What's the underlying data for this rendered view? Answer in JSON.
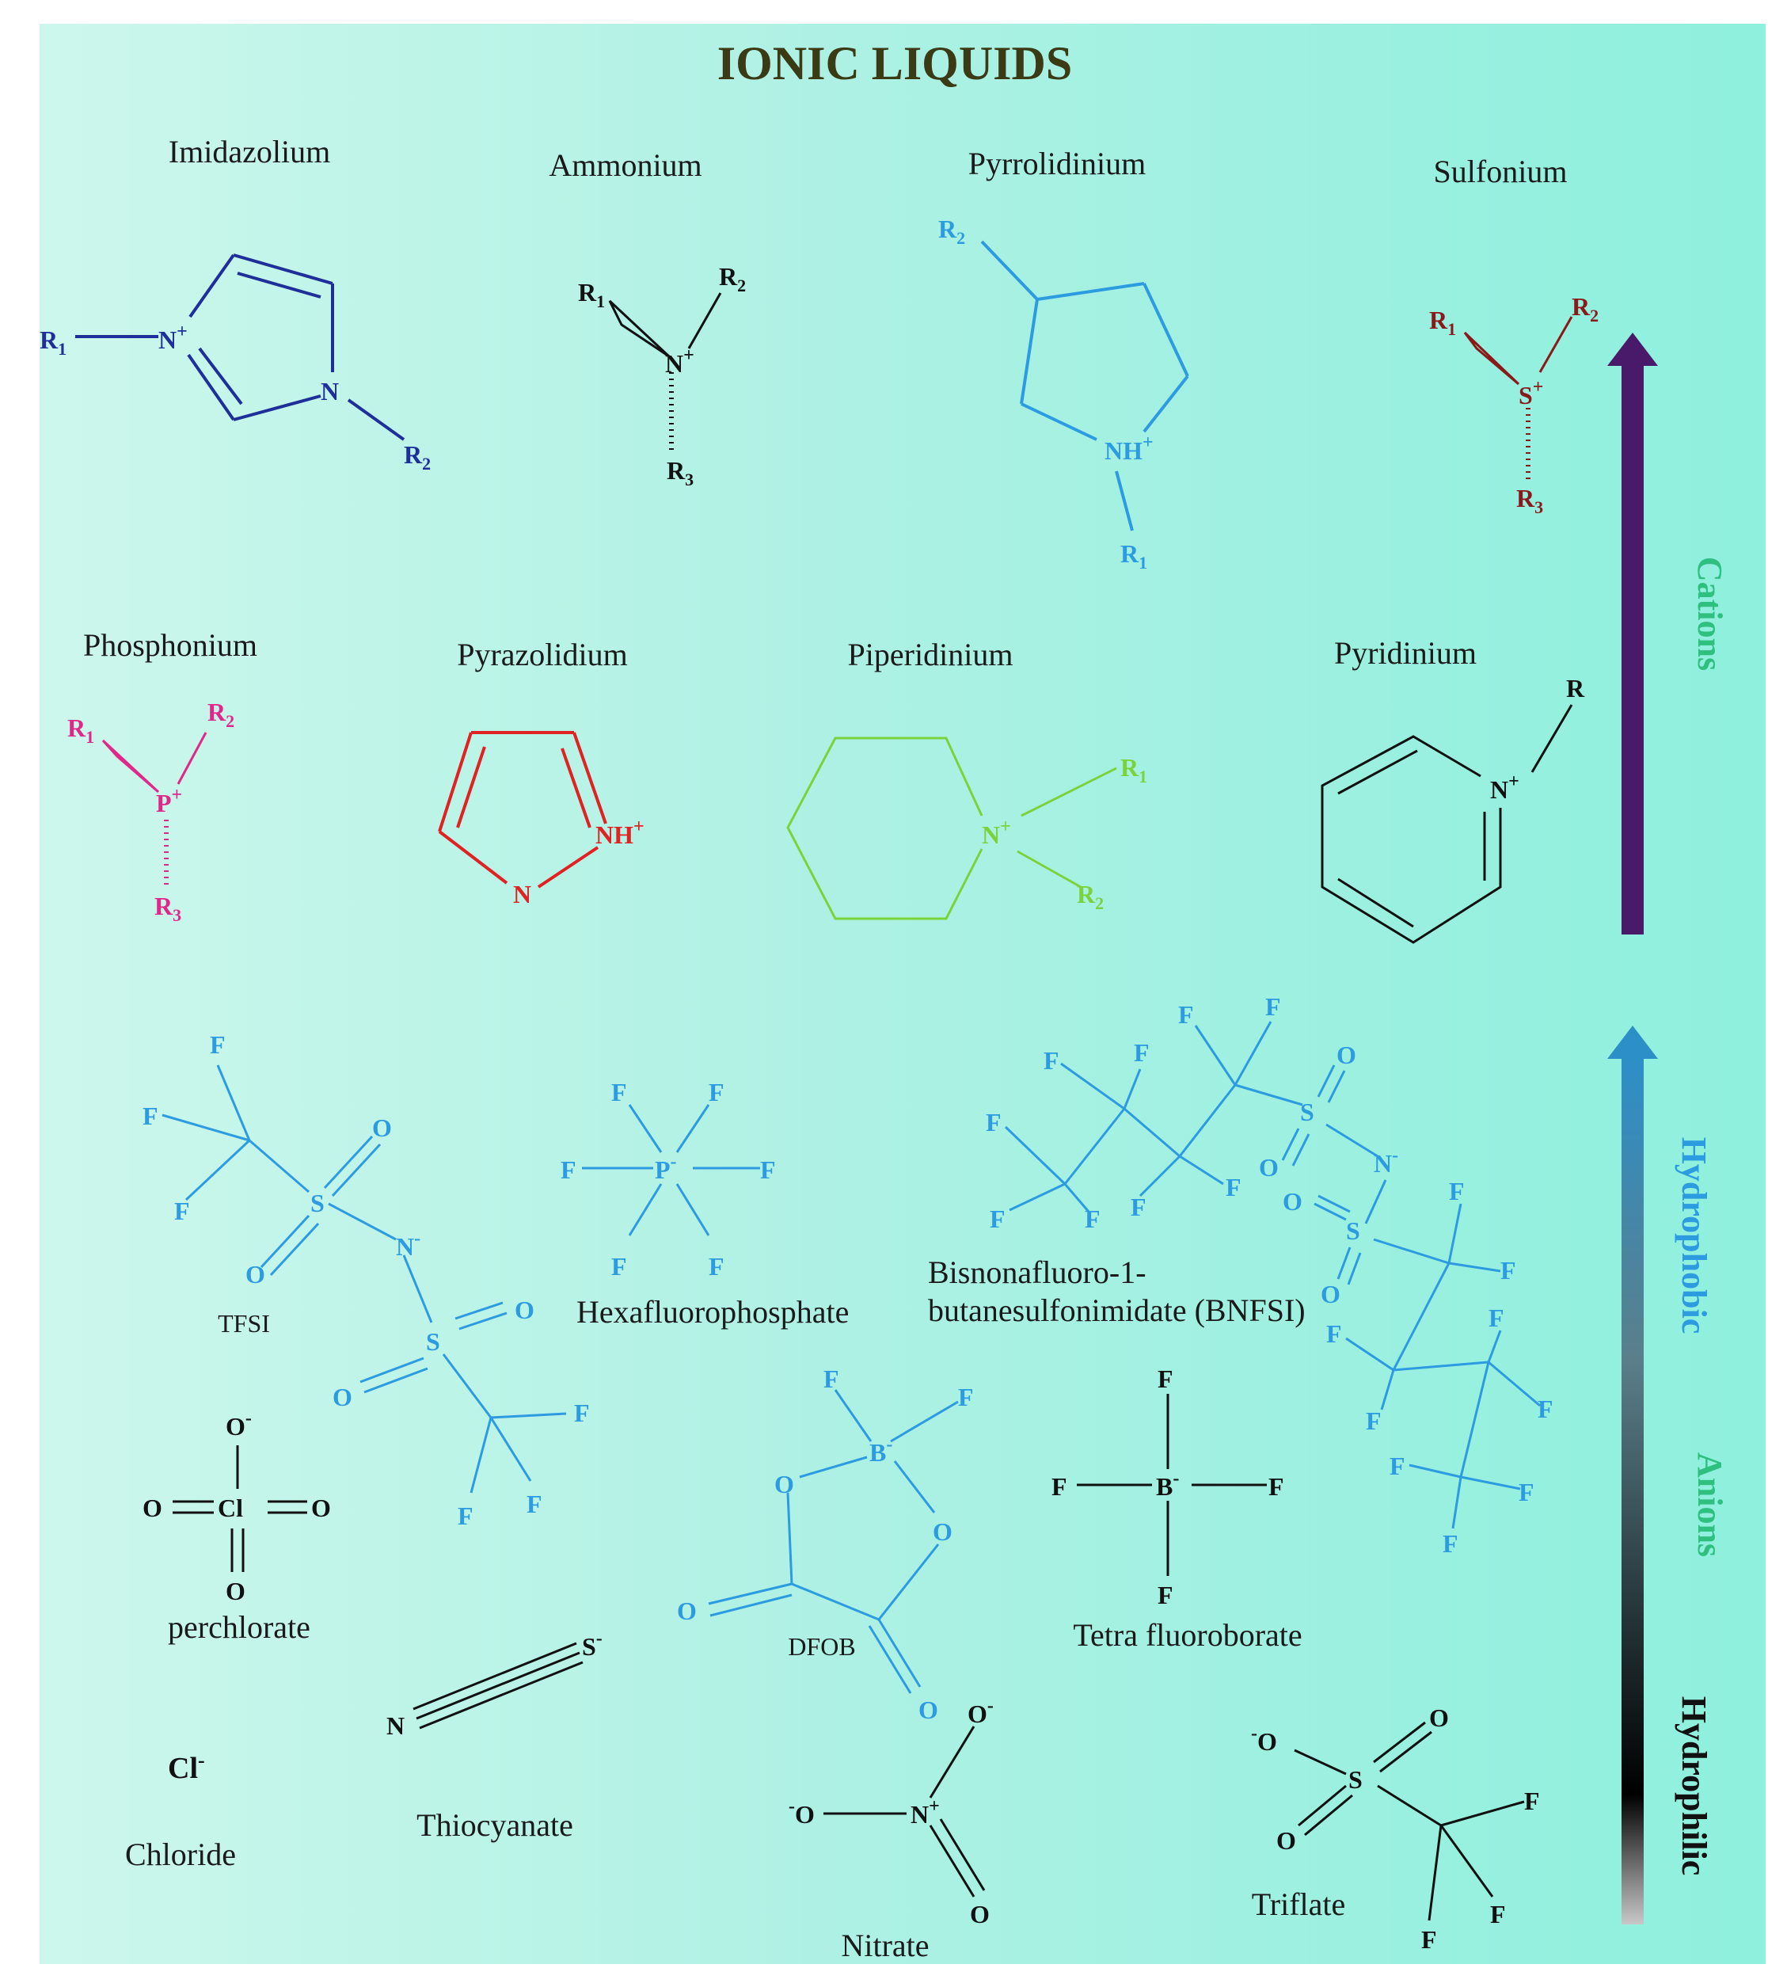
{
  "title": "IONIC LIQUIDS",
  "colors": {
    "imidazolium": "#1e2f9a",
    "ammonium": "#111111",
    "pyrrolidinium": "#2d9be0",
    "sulfonium": "#8a1a1a",
    "phosphonium": "#e0288a",
    "pyrazolidium": "#e02222",
    "piperidinium": "#7ad33c",
    "pyridinium": "#111111",
    "anion_blue": "#2d9be0",
    "side_label": "#2fbf7f",
    "hydrophobic_label": "#2d9be0",
    "cation_arrow": "#4a1a6a"
  },
  "cations": {
    "imidazolium": {
      "name": "Imidazolium",
      "r1": "R",
      "r1_sub": "1",
      "n_plus": "N",
      "plus": "+",
      "n": "N",
      "r2": "R",
      "r2_sub": "2"
    },
    "ammonium": {
      "name": "Ammonium",
      "r1": "R",
      "r1_sub": "1",
      "r2": "R",
      "r2_sub": "2",
      "r3": "R",
      "r3_sub": "3",
      "center": "N",
      "plus": "+"
    },
    "pyrrolidinium": {
      "name": "Pyrrolidinium",
      "r2": "R",
      "r2_sub": "2",
      "nh": "NH",
      "plus": "+",
      "r1": "R",
      "r1_sub": "1"
    },
    "sulfonium": {
      "name": "Sulfonium",
      "r1": "R",
      "r1_sub": "1",
      "r2": "R",
      "r2_sub": "2",
      "r3": "R",
      "r3_sub": "3",
      "center": "S",
      "plus": "+"
    },
    "phosphonium": {
      "name": "Phosphonium",
      "r1": "R",
      "r1_sub": "1",
      "r2": "R",
      "r2_sub": "2",
      "r3": "R",
      "r3_sub": "3",
      "center": "P",
      "plus": "+"
    },
    "pyrazolidium": {
      "name": "Pyrazolidium",
      "nh": "NH",
      "plus": "+",
      "n": "N"
    },
    "piperidinium": {
      "name": "Piperidinium",
      "n": "N",
      "plus": "+",
      "r1": "R",
      "r1_sub": "1",
      "r2": "R",
      "r2_sub": "2"
    },
    "pyridinium": {
      "name": "Pyridinium",
      "r": "R",
      "n": "N",
      "plus": "+"
    }
  },
  "anions": {
    "tfsi": {
      "name": "TFSI",
      "f": "F",
      "o": "O",
      "s": "S",
      "n": "N",
      "minus": "-"
    },
    "hexafluorophosphate": {
      "name": "Hexafluorophosphate",
      "f": "F",
      "p": "P",
      "minus": "-"
    },
    "bnfsi": {
      "name_line1": "Bisnonafluoro-1-",
      "name_line2": "butanesulfonimidate (BNFSI)",
      "f": "F",
      "o": "O",
      "s": "S",
      "n": "N",
      "minus": "-"
    },
    "perchlorate": {
      "name": "perchlorate",
      "o": "O",
      "cl": "Cl",
      "minus": "-"
    },
    "dfob": {
      "name": "DFOB",
      "f": "F",
      "b": "B",
      "o": "O",
      "minus": "-"
    },
    "tetrafluoroborate": {
      "name": "Tetra fluoroborate",
      "f": "F",
      "b": "B",
      "minus": "-"
    },
    "thiocyanate": {
      "name": "Thiocyanate",
      "n": "N",
      "s": "S",
      "minus": "-"
    },
    "chloride": {
      "name": "Chloride",
      "formula": "Cl",
      "minus": "-"
    },
    "nitrate": {
      "name": "Nitrate",
      "o": "O",
      "n": "N",
      "plus": "+",
      "minus": "-"
    },
    "triflate": {
      "name": "Triflate",
      "o": "O",
      "s": "S",
      "f": "F",
      "minus": "-"
    }
  },
  "side_labels": {
    "cations": "Cations",
    "anions": "Anions",
    "hydrophobic": "Hydrophobic",
    "hydrophilic": "Hydrophilic"
  }
}
